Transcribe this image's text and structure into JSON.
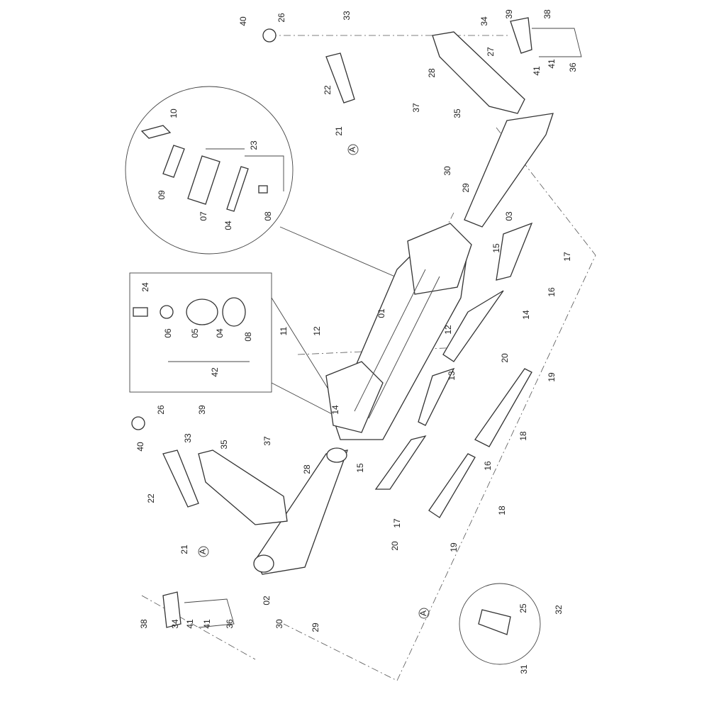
{
  "diagram": {
    "type": "exploded-parts-diagram",
    "callout_marker": "A",
    "labels": [
      "40",
      "26",
      "33",
      "39",
      "34",
      "38",
      "27",
      "28",
      "41",
      "41",
      "36",
      "22",
      "37",
      "35",
      "21",
      "10",
      "23",
      "09",
      "07",
      "04",
      "08",
      "30",
      "29",
      "03",
      "15",
      "17",
      "16",
      "24",
      "06",
      "05",
      "04",
      "08",
      "42",
      "01",
      "11",
      "12",
      "12",
      "14",
      "13",
      "20",
      "19",
      "18",
      "14",
      "26",
      "39",
      "40",
      "33",
      "35",
      "37",
      "28",
      "15",
      "16",
      "22",
      "21",
      "17",
      "18",
      "20",
      "19",
      "02",
      "30",
      "29",
      "38",
      "34",
      "41",
      "41",
      "36",
      "25",
      "32",
      "31"
    ]
  }
}
